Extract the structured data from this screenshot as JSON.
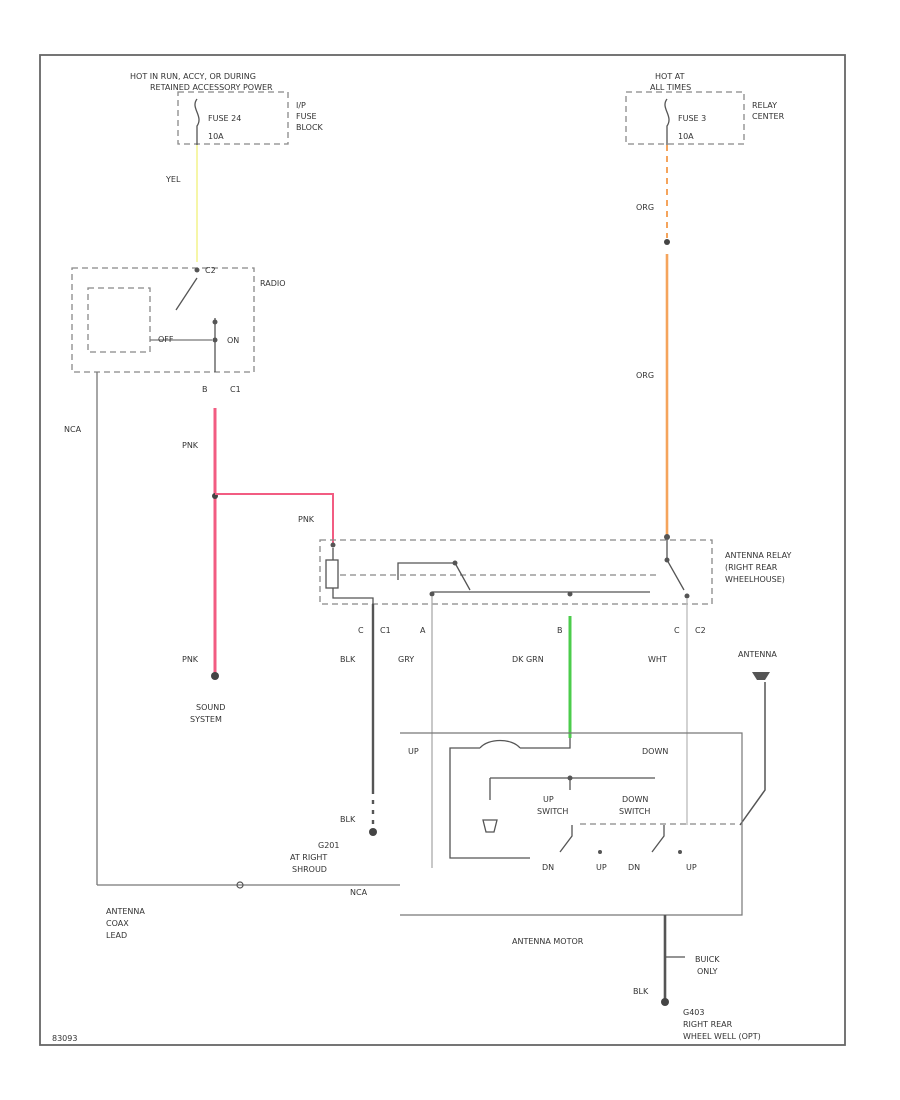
{
  "colors": {
    "frame": "#666666",
    "yel": "#f2f27a",
    "org": "#f5a45c",
    "pnk": "#f25c82",
    "dk_grn": "#4ccc4c",
    "blk": "#555555",
    "gry": "#aaaaaa",
    "wht": "#bbbbbb",
    "dash": "#888888"
  },
  "labels": {
    "hot_radio": "HOT IN RUN, ACCY, OR DURING",
    "hot_radio2": "RETAINED ACCESSORY POWER",
    "fuse24": "FUSE 24",
    "fuse24_amp": "10A",
    "ip_block1": "I/P",
    "ip_block2": "FUSE",
    "ip_block3": "BLOCK",
    "hot_at": "HOT AT",
    "all_times": "ALL TIMES",
    "fuse3": "FUSE 3",
    "fuse3_amp": "10A",
    "relay_center1": "RELAY",
    "relay_center2": "CENTER",
    "yel": "YEL",
    "org1": "ORG",
    "org2": "ORG",
    "radio": "RADIO",
    "off": "OFF",
    "on": "ON",
    "radio_pin": "B",
    "radio_conn": "C1",
    "nca1": "NCA",
    "pnk1": "PNK",
    "pnk2": "PNK",
    "pnk3": "PNK",
    "sound_system1": "SOUND",
    "sound_system2": "SYSTEM",
    "relay_title1": "ANTENNA RELAY",
    "relay_title2": "(RIGHT REAR",
    "relay_title3": "WHEELHOUSE)",
    "pin_c": "C",
    "pin_c1": "C1",
    "pin_a": "A",
    "pin_b": "B",
    "pin_c2a": "C",
    "pin_c2": "C2",
    "blk1": "BLK",
    "gry": "GRY",
    "dk_grn": "DK GRN",
    "wht": "WHT",
    "antenna": "ANTENNA",
    "up": "UP",
    "down": "DOWN",
    "up_switch1": "UP",
    "up_switch2": "SWITCH",
    "down_switch1": "DOWN",
    "down_switch2": "SWITCH",
    "dn1": "DN",
    "up1": "UP",
    "dn2": "DN",
    "up2": "UP",
    "blk2": "BLK",
    "g201": "G201",
    "g201_loc1": "AT RIGHT",
    "g201_loc2": "SHROUD",
    "nca2": "NCA",
    "coax1": "ANTENNA",
    "coax2": "COAX",
    "coax3": "LEAD",
    "motor": "ANTENNA MOTOR",
    "buick1": "BUICK",
    "buick2": "ONLY",
    "blk3": "BLK",
    "g403": "G403",
    "g403_loc1": "RIGHT REAR",
    "g403_loc2": "WHEEL WELL (OPT)",
    "fig": "83093"
  }
}
